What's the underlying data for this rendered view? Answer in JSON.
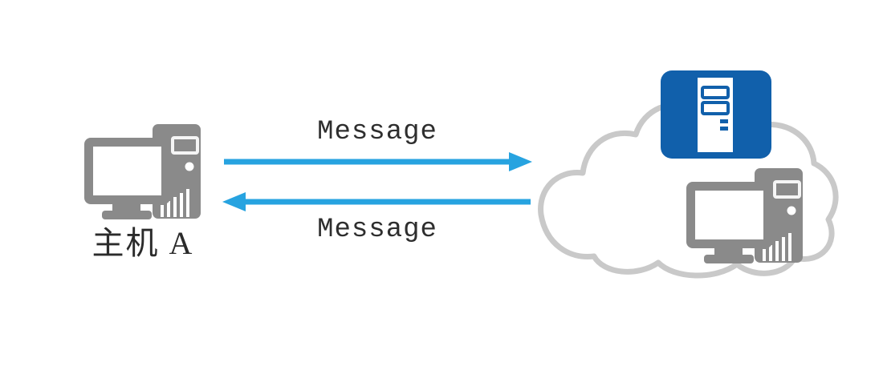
{
  "diagram": {
    "type": "network-communication",
    "left_host": {
      "label": "主机 A",
      "icon": "desktop-computer-icon"
    },
    "arrows": [
      {
        "label": "Message",
        "direction": "right",
        "from": "host-a",
        "to": "cloud"
      },
      {
        "label": "Message",
        "direction": "left",
        "from": "cloud",
        "to": "host-a"
      }
    ],
    "cloud": {
      "icon": "cloud-icon",
      "nodes": [
        {
          "icon": "server-icon"
        },
        {
          "icon": "desktop-computer-icon"
        }
      ]
    }
  },
  "colors": {
    "arrow_blue": "#27a3e0",
    "server_panel_blue": "#1160ab",
    "device_gray": "#8a8a8a",
    "cloud_outline_gray": "#c9c9c9",
    "label_text": "#2b2b2b",
    "background": "#ffffff"
  }
}
